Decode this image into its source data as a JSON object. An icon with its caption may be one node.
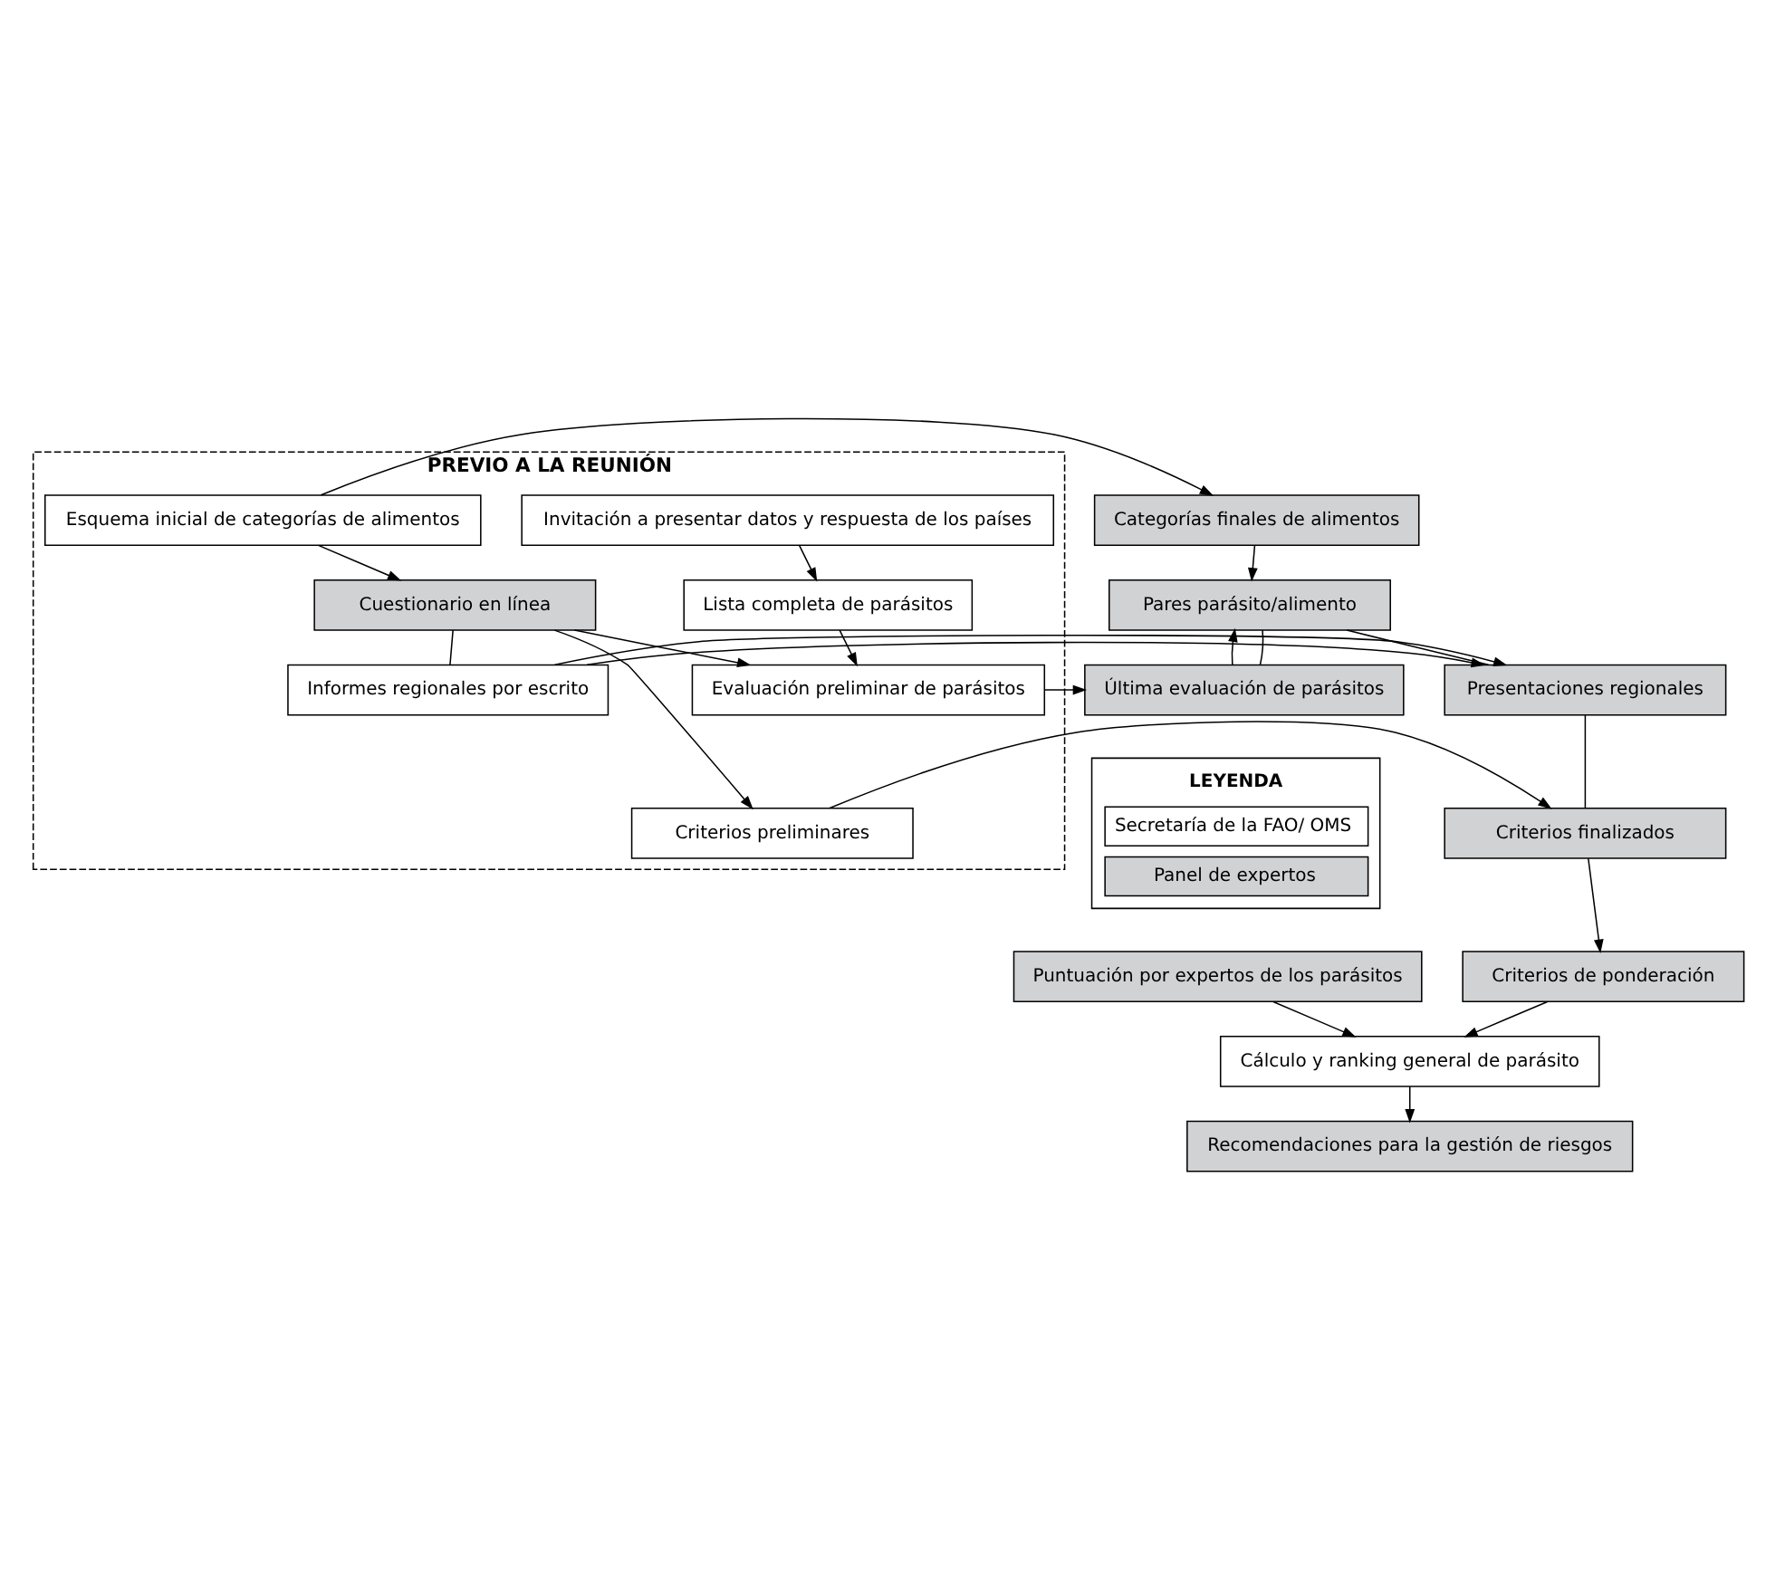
{
  "diagram": {
    "nodes": [
      {
        "text": [
          "PREVIO A LA REUNIÓN"
        ]
      },
      {
        "text": [
          "Invitación a presentar datos y respuesta de los países"
        ],
        "in": 0
      },
      {
        "text": [
          "Lista completa de parásitos"
        ],
        "in": 0
      },
      {
        "text": [
          "Evaluación preliminar de parásitos"
        ],
        "in": 0
      },
      {
        "text": [
          "Cuestionario en línea"
        ],
        "in": 0
      },
      {
        "text": [
          "Esquema inicial de categorías de alimentos"
        ],
        "in": 0
      },
      {
        "text": [
          "Informes regionales por escrito"
        ],
        "in": 0
      },
      {
        "text": [
          "Criterios preliminares"
        ],
        "in": 0
      },
      {
        "text": [
          "Última evaluación de parásitos"
        ]
      },
      {
        "text": [
          "Pares parásito/alimento"
        ]
      },
      {
        "text": [
          "Categorías finales de alimentos"
        ]
      },
      {
        "text": [
          "Presentaciones regionales"
        ]
      },
      {
        "text": [
          "Criterios finalizados"
        ]
      },
      {
        "text": [
          "Criterios de ponderación"
        ]
      },
      {
        "text": [
          "Puntuación por expertos de los parásitos"
        ]
      },
      {
        "text": [
          "Cálculo y ranking general de parásito"
        ]
      },
      {
        "text": [
          "Recomendaciones para la gestión de riesgos"
        ]
      }
    ],
    "edges": [
      {
        "from": 1,
        "to": 2,
        "arrow": "to"
      },
      {
        "from": 2,
        "to": 3,
        "arrow": "to"
      },
      {
        "from": 4,
        "to": 3,
        "arrow": "to"
      },
      {
        "from": 5,
        "to": 4,
        "arrow": "to"
      },
      {
        "from": 3,
        "to": 8,
        "arrow": "to"
      },
      {
        "from": 8,
        "to": 9,
        "arrow": "to"
      },
      {
        "from": 10,
        "to": 9,
        "arrow": "to"
      },
      {
        "from": 5,
        "to": 10,
        "arrow": "to"
      },
      {
        "from": 4,
        "to": 6,
        "arrow": "none"
      },
      {
        "from": 6,
        "to": 11,
        "arrow": "to"
      },
      {
        "from": 6,
        "to": 11,
        "arrow": "to"
      },
      {
        "from": 4,
        "to": 7,
        "arrow": "to"
      },
      {
        "from": 7,
        "to": 12,
        "arrow": "to"
      },
      {
        "from": 8,
        "to": 9,
        "arrow": "none"
      },
      {
        "from": 9,
        "to": 11,
        "arrow": "none"
      },
      {
        "from": 11,
        "to": 12,
        "arrow": "none"
      },
      {
        "from": 12,
        "to": 13,
        "arrow": "to"
      },
      {
        "from": 13,
        "to": 15,
        "arrow": "to"
      },
      {
        "from": 14,
        "to": 15,
        "arrow": "to"
      },
      {
        "from": 15,
        "to": 16,
        "arrow": "to"
      }
    ],
    "labels": [
      "LEYENDA"
    ],
    "legend": [
      {
        "text": "Secretaría de la FAO/ OMS",
        "color": "#ffffff"
      },
      {
        "text": "Panel de expertos",
        "color": "#d1d2d4"
      }
    ]
  }
}
